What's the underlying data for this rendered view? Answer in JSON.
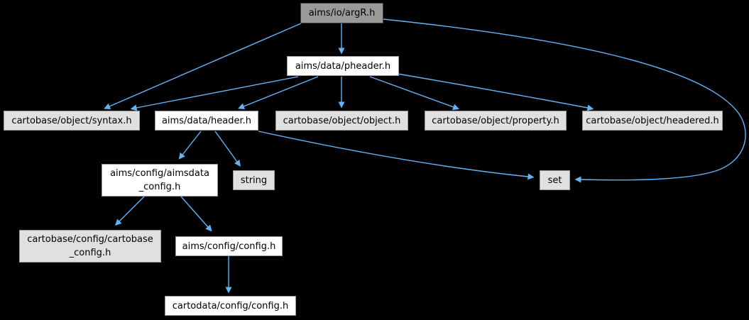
{
  "diagram": {
    "type": "include-dependency-graph",
    "root": "aims/io/argR.h",
    "colors": {
      "background": "#000000",
      "edge": "#63b4f7",
      "node_fill": "#ffffff",
      "leaf_fill": "#e0e0e0",
      "root_fill": "#999999",
      "border": "#9a9a9a",
      "root_border": "#404040",
      "text": "#000000"
    },
    "nodes": {
      "argr": {
        "label": "aims/io/argR.h"
      },
      "pheader": {
        "label": "aims/data/pheader.h"
      },
      "syntax": {
        "label": "cartobase/object/syntax.h"
      },
      "header": {
        "label": "aims/data/header.h"
      },
      "object": {
        "label": "cartobase/object/object.h"
      },
      "property": {
        "label": "cartobase/object/property.h"
      },
      "headered": {
        "label": "cartobase/object/headered.h"
      },
      "aimsdata_config": {
        "label": "aims/config/aimsdata\n_config.h"
      },
      "string": {
        "label": "string"
      },
      "set": {
        "label": "set"
      },
      "cartobase_config": {
        "label": "cartobase/config/cartobase\n_config.h"
      },
      "aims_config": {
        "label": "aims/config/config.h"
      },
      "cartodata_config": {
        "label": "cartodata/config/config.h"
      }
    },
    "edges": [
      {
        "from": "aims/io/argR.h",
        "to": "aims/data/pheader.h"
      },
      {
        "from": "aims/io/argR.h",
        "to": "cartobase/object/syntax.h"
      },
      {
        "from": "aims/io/argR.h",
        "to": "set"
      },
      {
        "from": "aims/data/pheader.h",
        "to": "cartobase/object/syntax.h"
      },
      {
        "from": "aims/data/pheader.h",
        "to": "aims/data/header.h"
      },
      {
        "from": "aims/data/pheader.h",
        "to": "cartobase/object/object.h"
      },
      {
        "from": "aims/data/pheader.h",
        "to": "cartobase/object/property.h"
      },
      {
        "from": "aims/data/pheader.h",
        "to": "cartobase/object/headered.h"
      },
      {
        "from": "aims/data/header.h",
        "to": "aims/config/aimsdata_config.h"
      },
      {
        "from": "aims/data/header.h",
        "to": "string"
      },
      {
        "from": "aims/data/header.h",
        "to": "set"
      },
      {
        "from": "aims/config/aimsdata_config.h",
        "to": "cartobase/config/cartobase_config.h"
      },
      {
        "from": "aims/config/aimsdata_config.h",
        "to": "aims/config/config.h"
      },
      {
        "from": "aims/config/config.h",
        "to": "cartodata/config/config.h"
      }
    ]
  }
}
